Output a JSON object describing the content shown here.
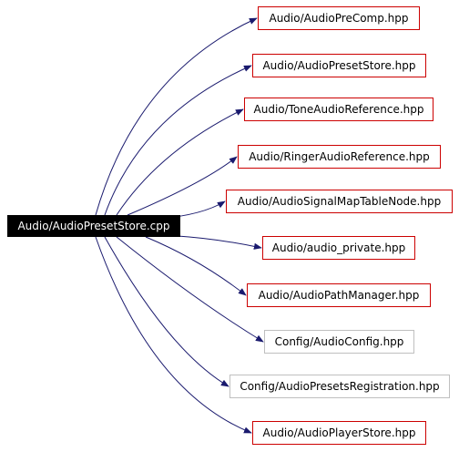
{
  "graph": {
    "source": {
      "label": "Audio/AudioPresetStore.cpp"
    },
    "targets": [
      {
        "label": "Audio/AudioPreComp.hpp",
        "linked": true
      },
      {
        "label": "Audio/AudioPresetStore.hpp",
        "linked": true
      },
      {
        "label": "Audio/ToneAudioReference.hpp",
        "linked": true
      },
      {
        "label": "Audio/RingerAudioReference.hpp",
        "linked": true
      },
      {
        "label": "Audio/AudioSignalMapTableNode.hpp",
        "linked": true
      },
      {
        "label": "Audio/audio_private.hpp",
        "linked": true
      },
      {
        "label": "Audio/AudioPathManager.hpp",
        "linked": true
      },
      {
        "label": "Config/AudioConfig.hpp",
        "linked": false
      },
      {
        "label": "Config/AudioPresetsRegistration.hpp",
        "linked": false
      },
      {
        "label": "Audio/AudioPlayerStore.hpp",
        "linked": true
      }
    ]
  },
  "colors": {
    "edge": "#1a1a6e",
    "link_border": "#cc0000",
    "plain_border": "#bfbfbf",
    "source_bg": "#000000"
  }
}
